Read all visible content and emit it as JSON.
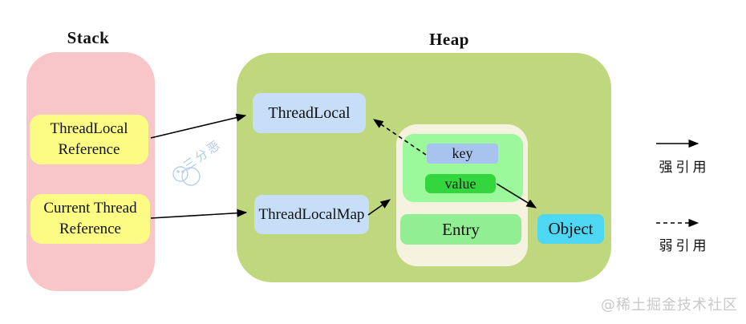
{
  "colors": {
    "stack_bg": "#F8C6C9",
    "stack_item_bg": "#FCFC84",
    "heap_bg": "#BFD77D",
    "blue_box_bg": "#C6DEF7",
    "key_bg": "#A7C3EE",
    "value_bg": "#33D63C",
    "entry_container_bg": "#9BF99B",
    "entry_bg": "#92EE92",
    "entry_wrapper_bg": "#F5F2E0",
    "object_bg": "#4ED7F2",
    "arrow": "#000000",
    "watermark_blue": "#AECBE8",
    "watermark_gray": "#C9C9C9"
  },
  "stack": {
    "title": "Stack",
    "threadlocal_ref": "ThreadLocal Reference",
    "current_thread_ref": "Current Thread Reference"
  },
  "heap": {
    "title": "Heap",
    "threadlocal": "ThreadLocal",
    "threadlocalmap": "ThreadLocalMap",
    "entry": {
      "key": "key",
      "value": "value",
      "label": "Entry"
    },
    "object": "Object"
  },
  "legend": {
    "strong": "强引用",
    "weak": "弱引用"
  },
  "watermarks": {
    "author": "三分恶",
    "community": "@稀土掘金技术社区"
  }
}
